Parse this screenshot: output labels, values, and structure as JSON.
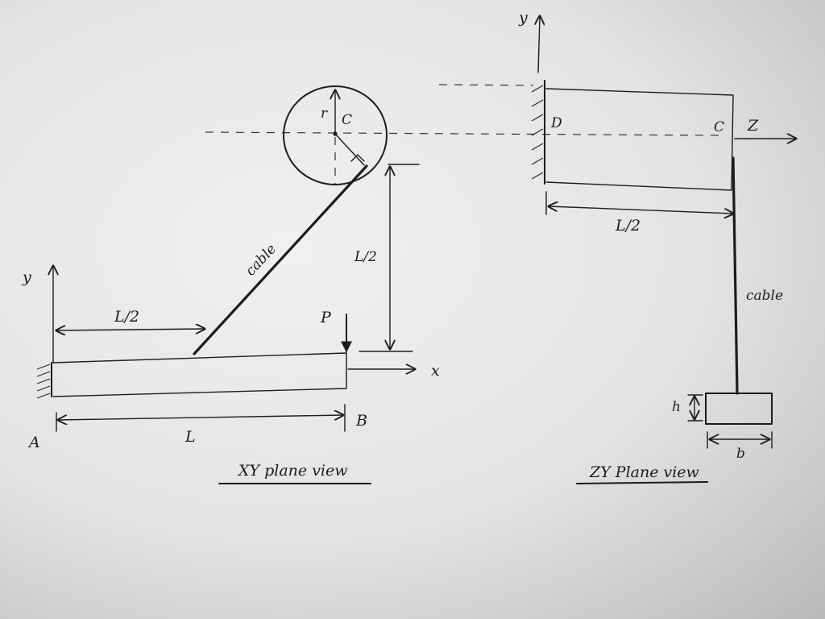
{
  "xy_view": {
    "axis_y": "y",
    "axis_x": "x",
    "label_A": "A",
    "label_B": "B",
    "dim_L_half_top": "L/2",
    "dim_L_bottom": "L",
    "dim_L_half_vertical": "L/2",
    "load_P": "P",
    "cable": "cable",
    "radius": "r",
    "center": "C",
    "caption": "XY plane view"
  },
  "zy_view": {
    "axis_y": "y",
    "axis_z": "Z",
    "label_D": "D",
    "label_C": "C",
    "dim_L_half": "L/2",
    "cable": "cable",
    "dim_h": "h",
    "dim_b": "b",
    "caption": "ZY Plane view"
  }
}
